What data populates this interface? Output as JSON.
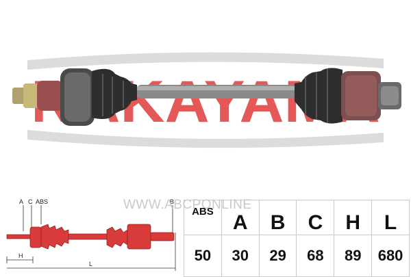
{
  "brand": {
    "logo_text": "NAKAYAMA",
    "watermark": "WWW.ABCPONLINE",
    "colors": {
      "brand_red": "#e03b3b",
      "shaft_gray": "#8a8a8a",
      "boot_dark": "#3a3a3a",
      "diagram_red": "#d93b3b"
    }
  },
  "diagram": {
    "labels": {
      "a": "A",
      "c": "C",
      "abs": "ABS",
      "b": "B",
      "h": "H",
      "l": "L"
    }
  },
  "specs": {
    "headers": [
      "ABS",
      "A",
      "B",
      "C",
      "H",
      "L"
    ],
    "values": [
      "50",
      "30",
      "29",
      "68",
      "89",
      "680"
    ]
  }
}
